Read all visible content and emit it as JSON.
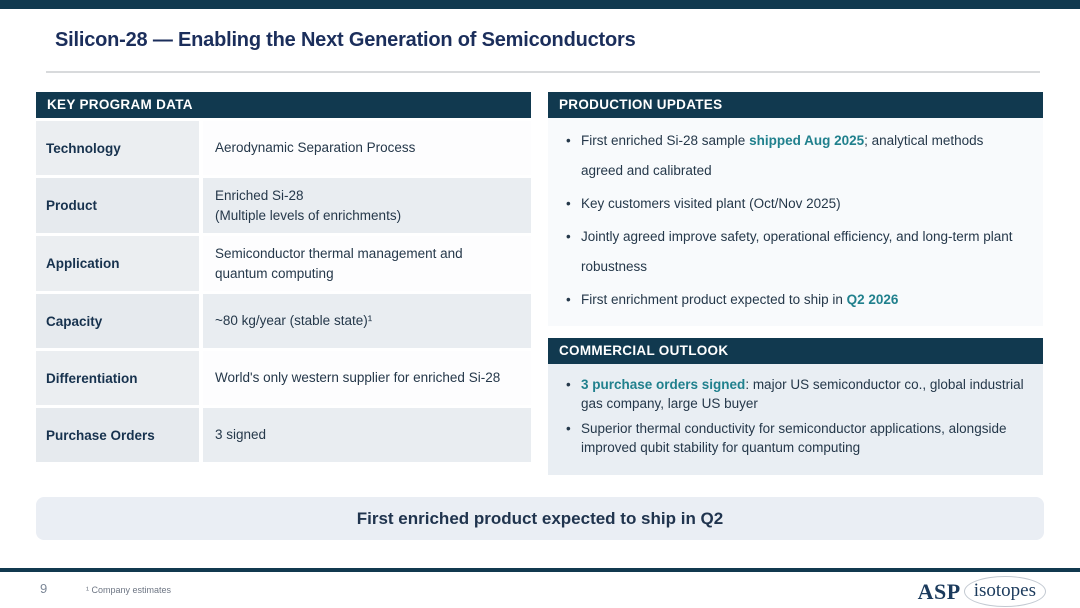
{
  "slide": {
    "title": "Silicon-28 — Enabling the Next Generation of Semiconductors",
    "page_number": "9",
    "footnote": "¹ Company estimates",
    "logo_asp": "ASP",
    "logo_isotopes": "isotopes",
    "banner_text": "First enriched product expected to ship in Q2"
  },
  "colors": {
    "navy": "#11394F",
    "title-navy": "#1B2E5B",
    "teal": "#20808D",
    "body-text": "#25384A",
    "row-light": "#E9EDF1",
    "label-bg": "#EBEEF1",
    "label-bg-alt": "#E6EAEE",
    "prod-bg": "#F8FAFC",
    "comm-bg": "#E9EEF3",
    "banner-bg": "#EAEEF4"
  },
  "key_program": {
    "header": "KEY PROGRAM DATA",
    "rows": [
      {
        "label": "Technology",
        "value": "Aerodynamic Separation Process"
      },
      {
        "label": "Product",
        "value": "Enriched Si-28\n(Multiple levels of enrichments)"
      },
      {
        "label": "Application",
        "value": "Semiconductor thermal management and quantum computing"
      },
      {
        "label": "Capacity",
        "value": "~80 kg/year (stable state)¹"
      },
      {
        "label": "Differentiation",
        "value": "World's only western supplier for enriched Si-28"
      },
      {
        "label": "Purchase Orders",
        "value": "3 signed"
      }
    ]
  },
  "production_updates": {
    "header": "PRODUCTION UPDATES",
    "bullets": [
      {
        "pre": "First enriched Si-28 sample ",
        "highlight": "shipped Aug 2025",
        "post": "; analytical methods agreed and calibrated"
      },
      {
        "pre": "Key customers visited plant (Oct/Nov 2025)",
        "highlight": "",
        "post": ""
      },
      {
        "pre": "Jointly agreed improve safety, operational efficiency, and long-term plant robustness",
        "highlight": "",
        "post": ""
      },
      {
        "pre": "First enrichment product expected to ship in ",
        "highlight": "Q2 2026",
        "post": ""
      }
    ]
  },
  "commercial_outlook": {
    "header": "COMMERCIAL OUTLOOK",
    "bullets": [
      {
        "pre": "",
        "highlight": "3 purchase orders signed",
        "post": ": major US semiconductor co., global industrial gas company, large US buyer"
      },
      {
        "pre": "Superior thermal conductivity for semiconductor applications, alongside improved qubit stability for quantum computing",
        "highlight": "",
        "post": ""
      }
    ]
  }
}
